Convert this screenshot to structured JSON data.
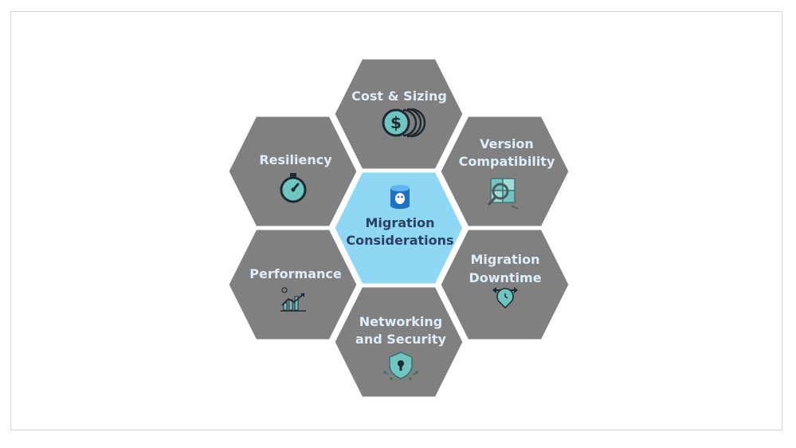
{
  "center": {
    "line1": "Migration",
    "line2": "Considerations",
    "icon": "postgres-database-icon"
  },
  "cost_sizing": {
    "line1": "Cost & Sizing",
    "icon": "dollar-coin-icon"
  },
  "resiliency": {
    "line1": "Resiliency",
    "icon": "stopwatch-icon"
  },
  "version_compatibility": {
    "line1": "Version",
    "line2": "Compatibility",
    "icon": "puzzle-magnifier-icon"
  },
  "performance": {
    "line1": "Performance",
    "icon": "growth-chart-icon"
  },
  "migration_downtime": {
    "line1": "Migration",
    "line2": "Downtime",
    "icon": "clock-pin-icon"
  },
  "networking_security": {
    "line1": "Networking",
    "line2": "and Security",
    "icon": "shield-lock-icon"
  },
  "colors": {
    "hex_fill": "#808080",
    "center_fill": "#8ed8f6",
    "outer_text": "#ddeefa",
    "center_text": "#2c4060",
    "icon_teal": "#6fc6c0",
    "icon_dark": "#1e2a33"
  }
}
